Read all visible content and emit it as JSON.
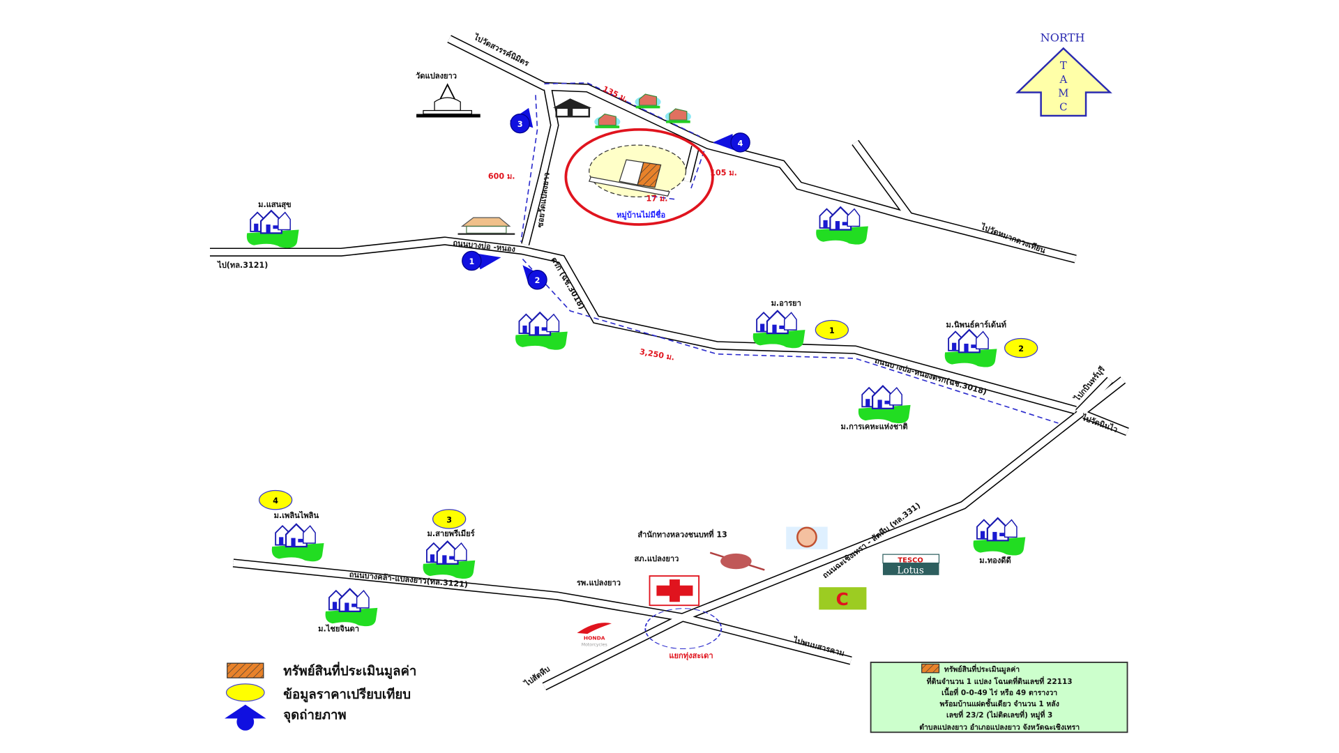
{
  "north": {
    "label": "NORTH",
    "letters": [
      "T",
      "A",
      "M",
      "C"
    ]
  },
  "roads": {
    "to_wat_sawan": "ไปวัดสวรรค์นิมิตร",
    "soi_wat": "ซอยวัดแปลงยาว",
    "main_road_a": "ถนนบางบ่อ -หนอง",
    "main_road_b": "ตรก (ฉช.3018)",
    "main_road_full": "ถนนบางบ่อ-หนองตรก(ฉช.3018)",
    "to_route_3121": "ไป(ทล.3121)",
    "to_wat_maka": "ไปวัดหมากดวงเทียน",
    "to_kabin": "ไปกบินทร์บุรี",
    "to_wat_nin": "ไปวัดนินไว",
    "chachoeng_road": "ถนนฉะเชิงเทรา - สัตหีบ (ทล.331)",
    "bang_khla_road": "ถนนบางคล้า-แปลงยาว(ทล.3121)",
    "to_sattahip": "ไปสัตหีบ",
    "to_phanom": "ไปพนมสารคาม"
  },
  "distances": {
    "d135": "135 ม.",
    "d600": "600 ม.",
    "d105": "105 ม.",
    "d17": "17 ม.",
    "d3250": "3,250 ม."
  },
  "places": {
    "wat": "วัดแปลงยาว",
    "village_unnamed": "หมู่บ้านไม่มีชื่อ",
    "m_saen_suk": "ม.แสนสุข",
    "m_araya": "ม.อารยา",
    "m_nipon": "ม.นิพนธ์คาร์เด้นท์",
    "m_karakade": "ม.การเคหะแห่งชาติ",
    "m_ploen": "ม.เพลินไพลิน",
    "m_sai": "ม.สายพรีเมียร์",
    "m_chai": "ม.ไชยจินดา",
    "m_thong": "ม.ทองดีดี",
    "highway_office": "สำนักทางหลวงชนบทที่ 13",
    "police": "สภ.แปลงยาว",
    "hospital": "รพ.แปลงยาว",
    "junction": "แยกทุ่งสะเดา",
    "tesco_top": "TESCO",
    "tesco_bottom": "Lotus",
    "bigc": "C",
    "honda": "HONDA",
    "honda_sub": "Motorcycles"
  },
  "photo_points": [
    "1",
    "2",
    "3",
    "4"
  ],
  "comparables": [
    "1",
    "2",
    "3",
    "4"
  ],
  "legend": {
    "subject": "ทรัพย์สินที่ประเมินมูลค่า",
    "comparable": "ข้อมูลราคาเปรียบเทียบ",
    "photo": "จุดถ่ายภาพ"
  },
  "info_box": {
    "title": "ทรัพย์สินที่ประเมินมูลค่า",
    "lines": [
      "ที่ดินจำนวน 1 แปลง โฉนดที่ดินเลขที่ 22113",
      "เนื้อที่ 0-0-49 ไร่ หรือ 49 ตารางวา",
      "พร้อมบ้านแฝดชั้นเดียว จำนวน 1 หลัง",
      "เลขที่ 23/2 (ไม่ติดเลขที่) หมู่ที่ 3",
      "ตำบลแปลงยาว อำเภอแปลงยาว จังหวัดฉะเชิงเทรา"
    ]
  },
  "colors": {
    "photo_point": "#1010e0",
    "comparable": "#ffff00",
    "subject": "#e8822a",
    "highlight": "#e0141e",
    "info_bg": "#ccffcc"
  }
}
